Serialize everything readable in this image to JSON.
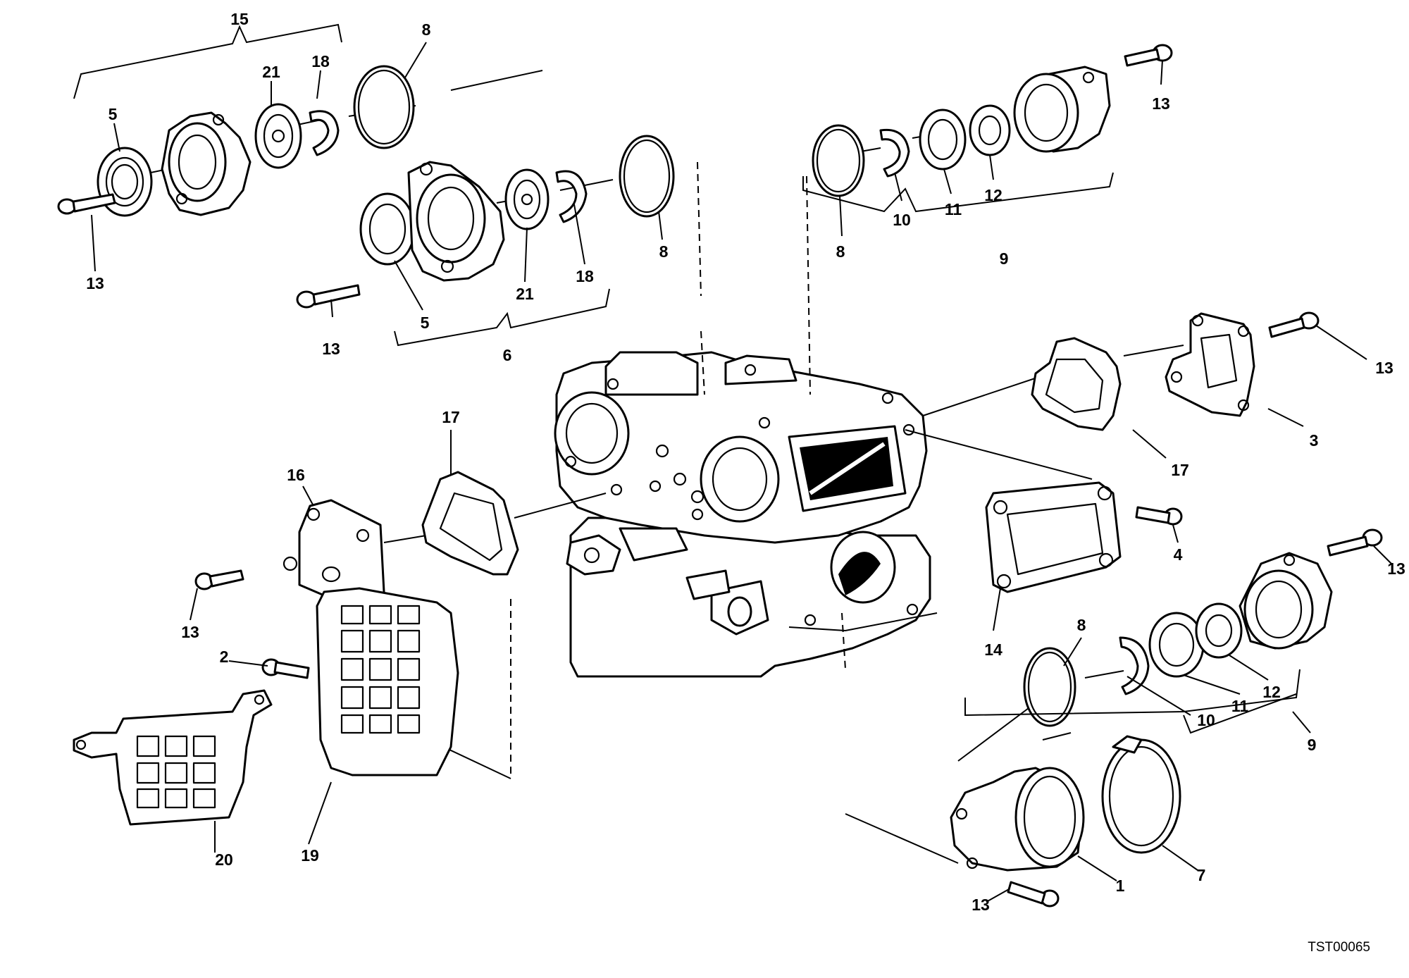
{
  "drawing_code": "TST00065",
  "callouts": [
    {
      "id": "c-15",
      "label": "15"
    },
    {
      "id": "c-8a",
      "label": "8"
    },
    {
      "id": "c-21a",
      "label": "21"
    },
    {
      "id": "c-18a",
      "label": "18"
    },
    {
      "id": "c-5a",
      "label": "5"
    },
    {
      "id": "c-13a",
      "label": "13"
    },
    {
      "id": "c-5b",
      "label": "5"
    },
    {
      "id": "c-21b",
      "label": "21"
    },
    {
      "id": "c-18b",
      "label": "18"
    },
    {
      "id": "c-8b",
      "label": "8"
    },
    {
      "id": "c-13b",
      "label": "13"
    },
    {
      "id": "c-6",
      "label": "6"
    },
    {
      "id": "c-8c",
      "label": "8"
    },
    {
      "id": "c-10a",
      "label": "10"
    },
    {
      "id": "c-11a",
      "label": "11"
    },
    {
      "id": "c-12a",
      "label": "12"
    },
    {
      "id": "c-9a",
      "label": "9"
    },
    {
      "id": "c-13c",
      "label": "13"
    },
    {
      "id": "c-13d",
      "label": "13"
    },
    {
      "id": "c-3",
      "label": "3"
    },
    {
      "id": "c-17a",
      "label": "17"
    },
    {
      "id": "c-17b",
      "label": "17"
    },
    {
      "id": "c-16",
      "label": "16"
    },
    {
      "id": "c-13e",
      "label": "13"
    },
    {
      "id": "c-4",
      "label": "4"
    },
    {
      "id": "c-14",
      "label": "14"
    },
    {
      "id": "c-13f",
      "label": "13"
    },
    {
      "id": "c-2",
      "label": "2"
    },
    {
      "id": "c-8d",
      "label": "8"
    },
    {
      "id": "c-10b",
      "label": "10"
    },
    {
      "id": "c-11b",
      "label": "11"
    },
    {
      "id": "c-12b",
      "label": "12"
    },
    {
      "id": "c-9b",
      "label": "9"
    },
    {
      "id": "c-20",
      "label": "20"
    },
    {
      "id": "c-19",
      "label": "19"
    },
    {
      "id": "c-7",
      "label": "7"
    },
    {
      "id": "c-1",
      "label": "1"
    },
    {
      "id": "c-13g",
      "label": "13"
    }
  ]
}
